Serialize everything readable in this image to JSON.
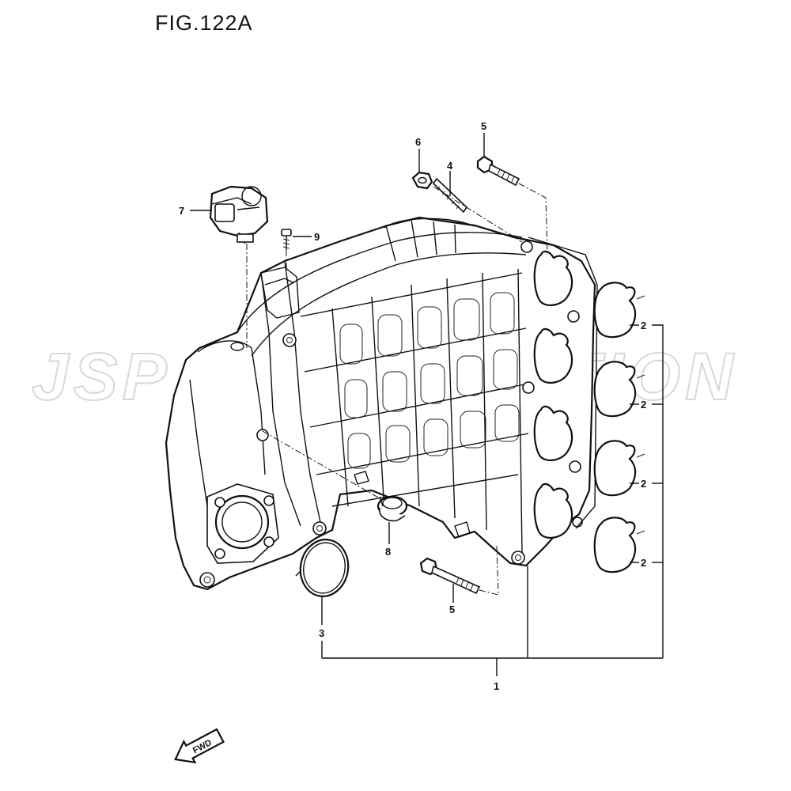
{
  "figure": {
    "title": "FIG.122A"
  },
  "watermark": {
    "text": "JSP CORPORATION"
  },
  "fwd_arrow": {
    "label": "FWD"
  },
  "callouts": [
    {
      "id": "c1",
      "label": "1"
    },
    {
      "id": "c2a",
      "label": "2"
    },
    {
      "id": "c2b",
      "label": "2"
    },
    {
      "id": "c2c",
      "label": "2"
    },
    {
      "id": "c2d",
      "label": "2"
    },
    {
      "id": "c3",
      "label": "3"
    },
    {
      "id": "c4",
      "label": "4"
    },
    {
      "id": "c5a",
      "label": "5"
    },
    {
      "id": "c5b",
      "label": "5"
    },
    {
      "id": "c6",
      "label": "6"
    },
    {
      "id": "c7",
      "label": "7"
    },
    {
      "id": "c8",
      "label": "8"
    },
    {
      "id": "c9",
      "label": "9"
    }
  ]
}
